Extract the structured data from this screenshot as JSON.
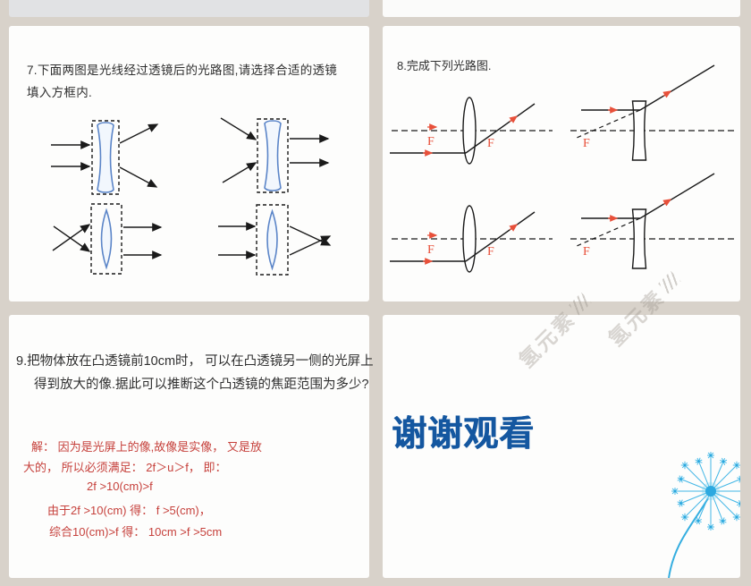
{
  "watermark": {
    "text": "氢元素"
  },
  "slide7": {
    "title_line1": "7.下面两图是光线经过透镜后的光路图,请选择合适的透镜",
    "title_line2": "填入方框内."
  },
  "slide8": {
    "title": "8.完成下列光路图.",
    "focal_label": "F"
  },
  "slide9": {
    "question_line1": "9.把物体放在凸透镜前10cm时， 可以在凸透镜另一侧的光屏上",
    "question_line2": "得到放大的像.据此可以推断这个凸透镜的焦距范围为多少?",
    "solution_line1": "解： 因为是光屏上的像,故像是实像， 又是放",
    "solution_line2": "大的， 所以必须满足： 2f＞u＞f， 即：",
    "solution_line3": "2f >10(cm)>f",
    "solution_line4": "由于2f >10(cm) 得：  f >5(cm)，",
    "solution_line5": "综合10(cm)>f   得： 10cm >f >5cm"
  },
  "thanks": {
    "title": "谢谢观看"
  },
  "colors": {
    "background": "#d8d2ca",
    "slide": "#fdfdfc",
    "ray_black": "#1a1a1a",
    "accent_red": "#e8503a",
    "solution_red": "#c6413c",
    "lens_blue": "#5b85c8",
    "thanks_blue": "#1457a0",
    "dandelion_blue": "#3db5e6"
  }
}
